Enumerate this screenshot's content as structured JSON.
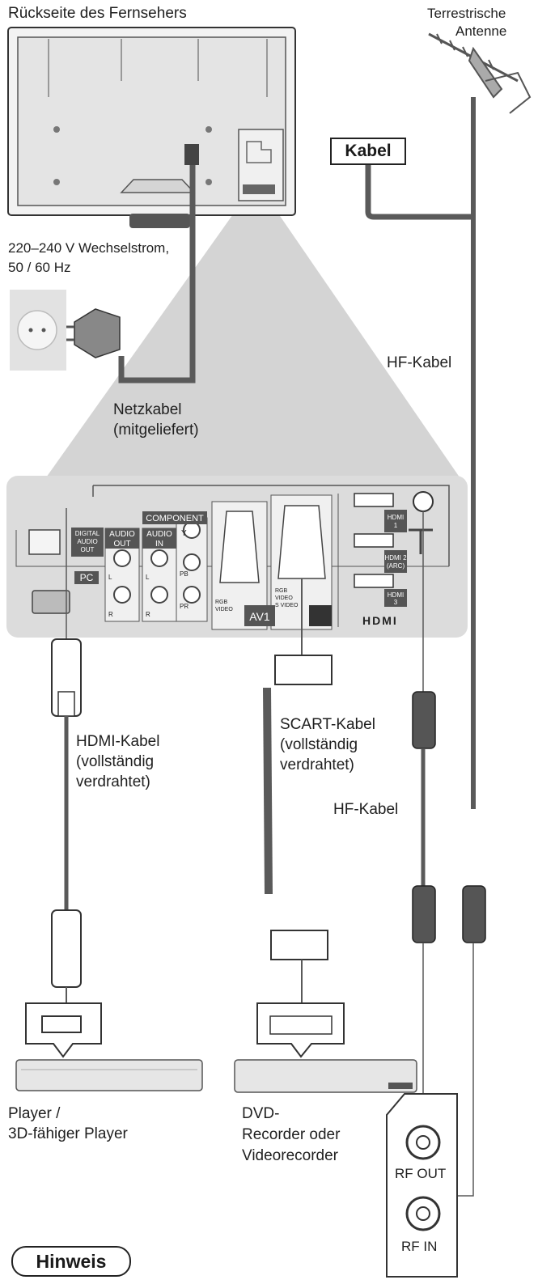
{
  "labels": {
    "tv_back": "Rückseite des Fernsehers",
    "antenna_line1": "Terrestrische",
    "antenna_line2": "Antenne",
    "cable": "Kabel",
    "power_line1": "220–240 V Wechselstrom,",
    "power_line2": "50 / 60 Hz",
    "hf_cable_top": "HF-Kabel",
    "power_cable_line1": "Netzkabel",
    "power_cable_line2": "(mitgeliefert)",
    "hdmi_cable_line1": "HDMI-Kabel",
    "hdmi_cable_line2": "(vollständig",
    "hdmi_cable_line3": "verdrahtet)",
    "scart_cable_line1": "SCART-Kabel",
    "scart_cable_line2": "(vollständig",
    "scart_cable_line3": "verdrahtet)",
    "hf_cable_bottom": "HF-Kabel",
    "player_line1": "Player /",
    "player_line2": "3D-fähiger Player",
    "recorder_line1": "DVD-",
    "recorder_line2": "Recorder oder",
    "recorder_line3": "Videorecorder",
    "rf_out": "RF OUT",
    "rf_in": "RF IN",
    "hinweis": "Hinweis"
  },
  "panel": {
    "component": "COMPONENT",
    "audio_out_1": "AUDIO",
    "audio_out_2": "OUT",
    "audio_in_1": "AUDIO",
    "audio_in_2": "IN",
    "digital_1": "DIGITAL",
    "digital_2": "AUDIO",
    "digital_3": "OUT",
    "pc": "PC",
    "av1": "AV1",
    "hdmi1_1": "HDMI",
    "hdmi1_2": "1",
    "hdmi2_1": "HDMI 2",
    "hdmi2_2": "(ARC)",
    "hdmi3_1": "HDMI",
    "hdmi3_2": "3",
    "hdmi_logo": "HDMI",
    "y": "Y",
    "pb": "PB",
    "pr": "PR",
    "l": "L",
    "r": "R",
    "rgb": "RGB",
    "video": "VIDEO",
    "svideo": "S VIDEO"
  },
  "colors": {
    "cable": "#5a5a5a",
    "panel": "#dcdcdc",
    "spotlight": "#d4d4d4",
    "device": "#e6e6e6",
    "outline": "#333333"
  }
}
